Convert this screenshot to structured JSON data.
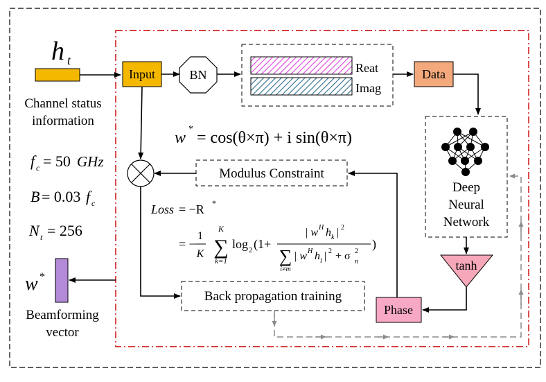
{
  "input": {
    "symbol": "h",
    "symbol_sub": "t",
    "caption_line1": "Channel status",
    "caption_line2": "information"
  },
  "params": {
    "fc_symbol": "f",
    "fc_sub": "c",
    "fc_value": "= 50",
    "fc_unit": "GHz",
    "b_symbol": "B",
    "b_value": "= 0.03",
    "b_f": "f",
    "b_sub": "c",
    "nt_symbol": "N",
    "nt_sub": "t",
    "nt_value": "= 256"
  },
  "output": {
    "symbol": "w",
    "symbol_sup": "*",
    "caption_line1": "Beamforming",
    "caption_line2": "vector"
  },
  "blocks": {
    "input": "Input",
    "bn": "BN",
    "real": "Reat",
    "imag": "Imag",
    "data": "Data",
    "dnn_line1": "Deep",
    "dnn_line2": "Neural",
    "dnn_line3": "Network",
    "tanh": "tanh",
    "phase": "Phase",
    "modulus": "Modulus Constraint",
    "backprop": "Back propagation training"
  },
  "formulas": {
    "w_star": "w",
    "w_star_sup": "*",
    "w_star_rhs": "= cos(θ×π) + i sin(θ×π)",
    "loss_lhs": "Loss",
    "loss_rhs": "= −R",
    "loss_sup": "*",
    "loss2_prefix": "= −",
    "frac_num": "1",
    "frac_den": "K",
    "sum_top": "K",
    "sum_bottom": "k=1",
    "log": "log",
    "log_sub": "2",
    "open": "(1+",
    "inner_num": "| w",
    "inner_num_sup": "H",
    "inner_num_h": "h",
    "inner_num_h_sub": "k",
    "inner_num_end": "|",
    "inner_num_sq": "2",
    "inner_sum_bottom": "i≠m",
    "inner_den": "| w",
    "inner_den_sup": "H",
    "inner_den_h": "h",
    "inner_den_h_sub": "i",
    "inner_den_end": "|",
    "inner_den_sq": "2",
    "inner_den_plus": "+ σ",
    "sigma_sub": "n",
    "sigma_sup": "2",
    "close": ")"
  },
  "colors": {
    "input_box": "#f5b800",
    "bn_box": "#ffffff",
    "data_box": "#f4a97d",
    "tanh_box": "#f7a8b8",
    "phase_box": "#f7a8c4",
    "output_bar": "#b28ad8",
    "real_hatch": "#e040e0",
    "imag_hatch": "#2f6f8f",
    "red_border": "#cc0000",
    "gray_path": "#8c8c8c"
  }
}
